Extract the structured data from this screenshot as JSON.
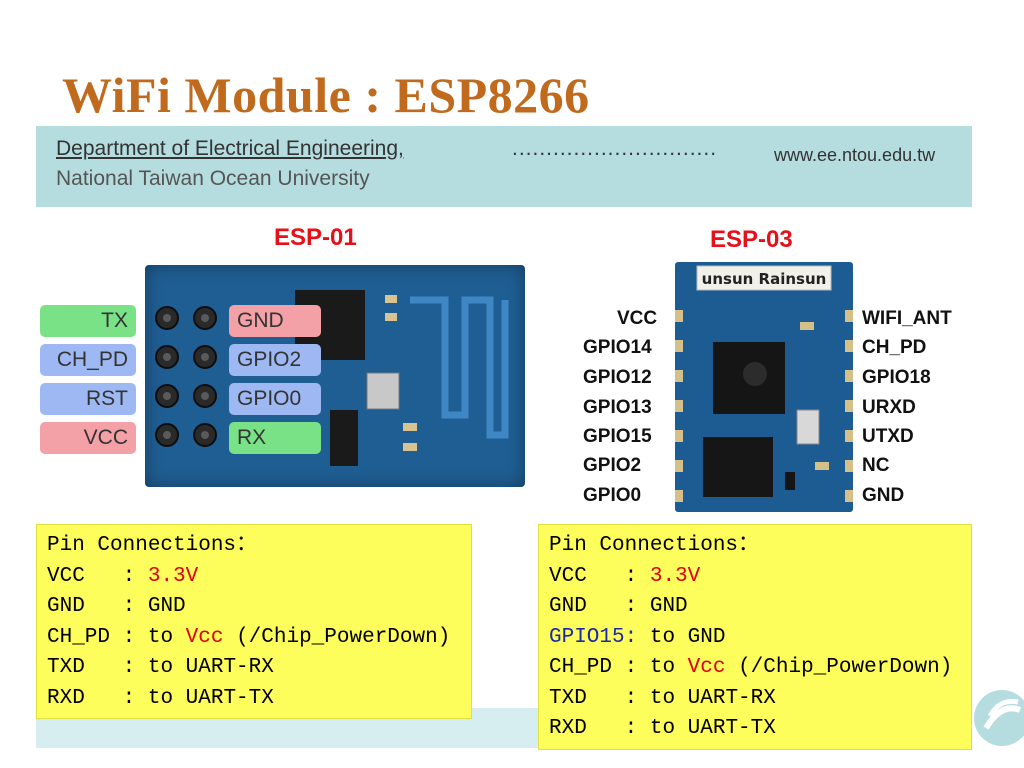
{
  "slide": {
    "title": "WiFi Module : ESP8266",
    "department": "Department of Electrical Engineering,",
    "dots": "..............................",
    "url": "www.ee.ntou.edu.tw",
    "university": "National Taiwan Ocean University"
  },
  "esp01": {
    "label": "ESP-01",
    "left_pins": [
      "TX",
      "CH_PD",
      "RST",
      "VCC"
    ],
    "right_pins": [
      "GND",
      "GPIO2",
      "GPIO0",
      "RX"
    ],
    "colors": {
      "green": "#79e287",
      "blue": "#9db8f2",
      "red": "#f3a0a6"
    }
  },
  "esp03": {
    "label": "ESP-03",
    "chip_text": "unsunᴙ Rainsun",
    "left_pins": [
      "VCC",
      "GPIO14",
      "GPIO12",
      "GPIO13",
      "GPIO15",
      "GPIO2",
      "GPIO0"
    ],
    "right_pins": [
      "WIFI_ANT",
      "CH_PD",
      "GPIO18",
      "URXD",
      "UTXD",
      "NC",
      "GND"
    ]
  },
  "connections_esp01": {
    "heading": "Pin Connections：",
    "rows": [
      {
        "pin": "VCC   ",
        "sep": ": ",
        "value": "3.3V"
      },
      {
        "pin": "GND   ",
        "sep": ": ",
        "value": "GND"
      },
      {
        "pin": "CH_PD ",
        "sep": ": ",
        "prefix": "to ",
        "value": "Vcc",
        "suffix": " (/Chip_PowerDown)"
      },
      {
        "pin": "TXD   ",
        "sep": ": ",
        "value": "to UART-RX"
      },
      {
        "pin": "RXD   ",
        "sep": ": ",
        "value": "to UART-TX"
      }
    ]
  },
  "connections_esp03": {
    "heading": "Pin Connections：",
    "rows": [
      {
        "pin": "VCC   ",
        "sep": ": ",
        "value": "3.3V"
      },
      {
        "pin": "GND   ",
        "sep": ": ",
        "value": "GND"
      },
      {
        "pin": "GPIO15",
        "sep": ": ",
        "value": "to GND"
      },
      {
        "pin": "CH_PD ",
        "sep": ": ",
        "prefix": "to ",
        "value": "Vcc",
        "suffix": " (/Chip_PowerDown)"
      },
      {
        "pin": "TXD   ",
        "sep": ": ",
        "value": "to UART-RX"
      },
      {
        "pin": "RXD   ",
        "sep": ": ",
        "value": "to UART-TX"
      }
    ]
  }
}
